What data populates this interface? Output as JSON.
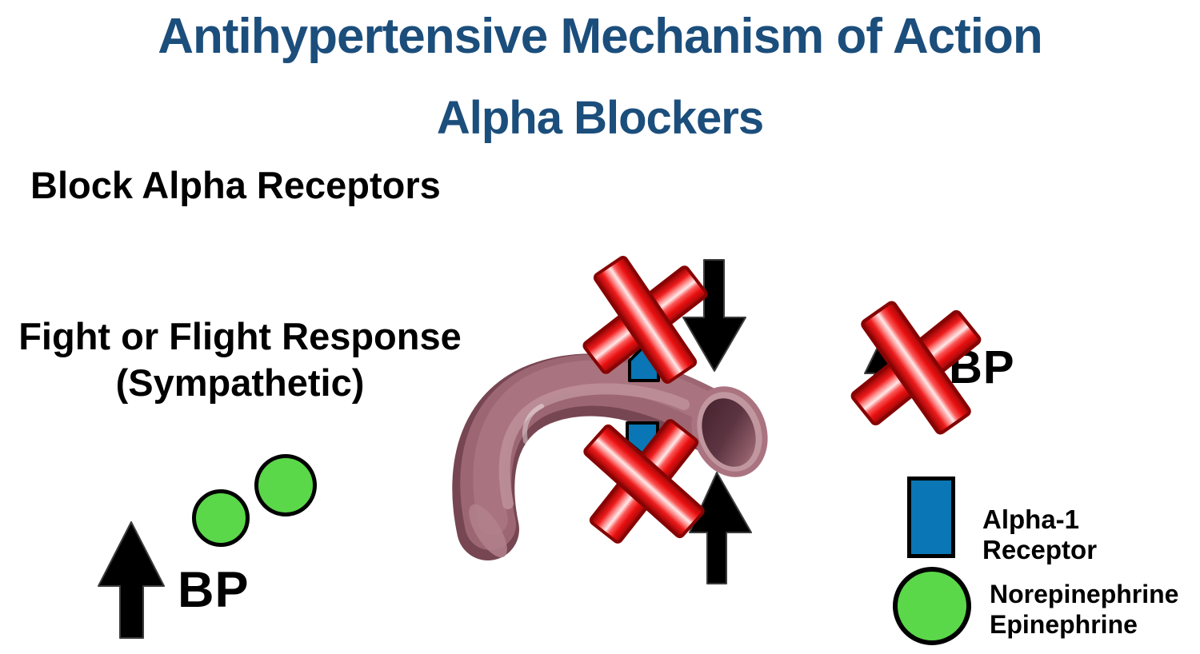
{
  "header": {
    "title": "Antihypertensive Mechanism of Action",
    "subtitle": "Alpha Blockers"
  },
  "annotations": {
    "block_alpha": "Block Alpha Receptors",
    "fight_flight_line1": "Fight or Flight Response",
    "fight_flight_line2": "(Sympathetic)",
    "bp_left": "BP",
    "bp_right": "BP"
  },
  "legend": {
    "alpha1_receptor": {
      "label": "Alpha-1 Receptor",
      "shape": "blue-rectangle"
    },
    "neurotransmitter": {
      "label_line1": "Norepinephrine",
      "label_line2": "Epinephrine",
      "shape": "green-circle"
    }
  },
  "icons": {
    "blood-vessel-illustration": "curved mauve artery tube with open lumen",
    "block-x-icon": "glossy red X crossing out a receptor",
    "down-arrow-icon": "black downward arrow",
    "up-arrow-icon": "black upward arrow",
    "alpha1-receptor-icon": "blue pentagon receptor on vessel wall",
    "norepinephrine-icon": "green circle with black outline"
  },
  "colors": {
    "title_blue": "#1c4e7c",
    "text_black": "#000000",
    "receptor_blue": "#0a76b5",
    "neurotransmitter_green": "#5bd74a",
    "vessel_mauve": "#9c6773",
    "vessel_shadow": "#774653",
    "vessel_highlight": "#bd8f99",
    "block_x_red": "#ee1c1c",
    "arrow_black": "#000000",
    "background": "#ffffff"
  }
}
